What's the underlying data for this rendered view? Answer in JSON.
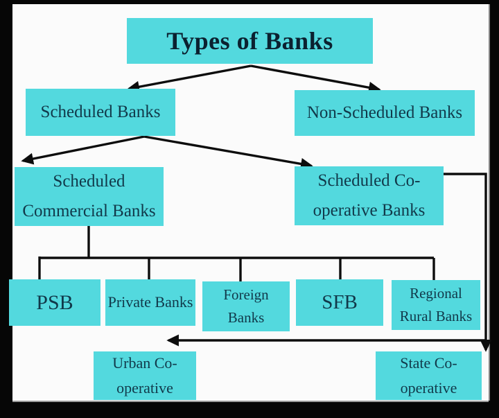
{
  "diagram": {
    "type": "flowchart",
    "colors": {
      "box_fill": "#53d9de",
      "text": "#11394a",
      "title_text": "#0b2130",
      "line": "#0d0d0d",
      "background": "#fbfbfb",
      "frame": "#060606"
    },
    "nodes": {
      "root": {
        "label": "Types of Banks"
      },
      "scheduled": {
        "label": "Scheduled Banks"
      },
      "non_scheduled": {
        "label": "Non-Scheduled Banks"
      },
      "commercial": {
        "line1": "Scheduled",
        "line2": "Commercial Banks"
      },
      "cooperative": {
        "line1": "Scheduled Co-",
        "line2": "operative Banks"
      },
      "psb": {
        "label": "PSB"
      },
      "private": {
        "label": "Private Banks"
      },
      "foreign": {
        "line1": "Foreign",
        "line2": "Banks"
      },
      "sfb": {
        "label": "SFB"
      },
      "rrb": {
        "line1": "Regional",
        "line2": "Rural Banks"
      },
      "urban": {
        "line1": "Urban Co-",
        "line2": "operative"
      },
      "state": {
        "line1": "State Co-",
        "line2": "operative"
      }
    }
  }
}
